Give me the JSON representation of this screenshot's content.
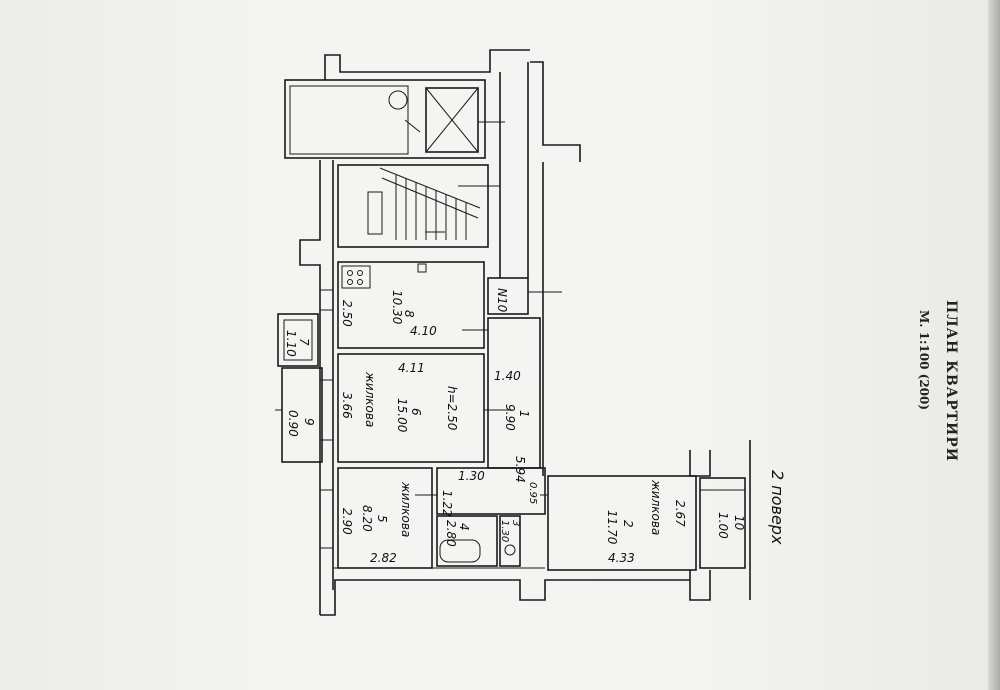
{
  "sheet": {
    "title": "ПЛАН КВАРТИРИ",
    "scale": "М. 1:100 (200)",
    "floor_label": "2 поверх"
  },
  "rooms": [
    {
      "id": "1",
      "area": "9.90",
      "name": "",
      "dims": [
        "1.40",
        "5.94"
      ]
    },
    {
      "id": "2",
      "area": "11.70",
      "name": "жилкова",
      "dims": [
        "2.67",
        "4.33"
      ]
    },
    {
      "id": "3",
      "area": "1.30",
      "name": "",
      "dims": []
    },
    {
      "id": "4",
      "area": "2.80",
      "name": "",
      "dims": [
        "1.30",
        "1.22"
      ]
    },
    {
      "id": "5",
      "area": "8.20",
      "name": "жилкова",
      "dims": [
        "2.90",
        "2.82"
      ]
    },
    {
      "id": "6",
      "area": "15.00",
      "name": "жилкова",
      "dims": [
        "3.66",
        "4.11"
      ]
    },
    {
      "id": "7",
      "area": "1.10",
      "name": "",
      "dims": []
    },
    {
      "id": "8",
      "area": "10.30",
      "name": "",
      "dims": [
        "2.50",
        "4.10"
      ]
    },
    {
      "id": "9",
      "area": "0.90",
      "name": "",
      "dims": []
    },
    {
      "id": "10",
      "area": "1.00",
      "name": "",
      "dims": []
    },
    {
      "id": "N10",
      "area": "",
      "name": "",
      "dims": []
    }
  ],
  "notes": {
    "height": "h=2.50",
    "door_width": "0.95"
  },
  "colors": {
    "ink": "#1a1a1a",
    "paper": "#f3f3f1"
  }
}
